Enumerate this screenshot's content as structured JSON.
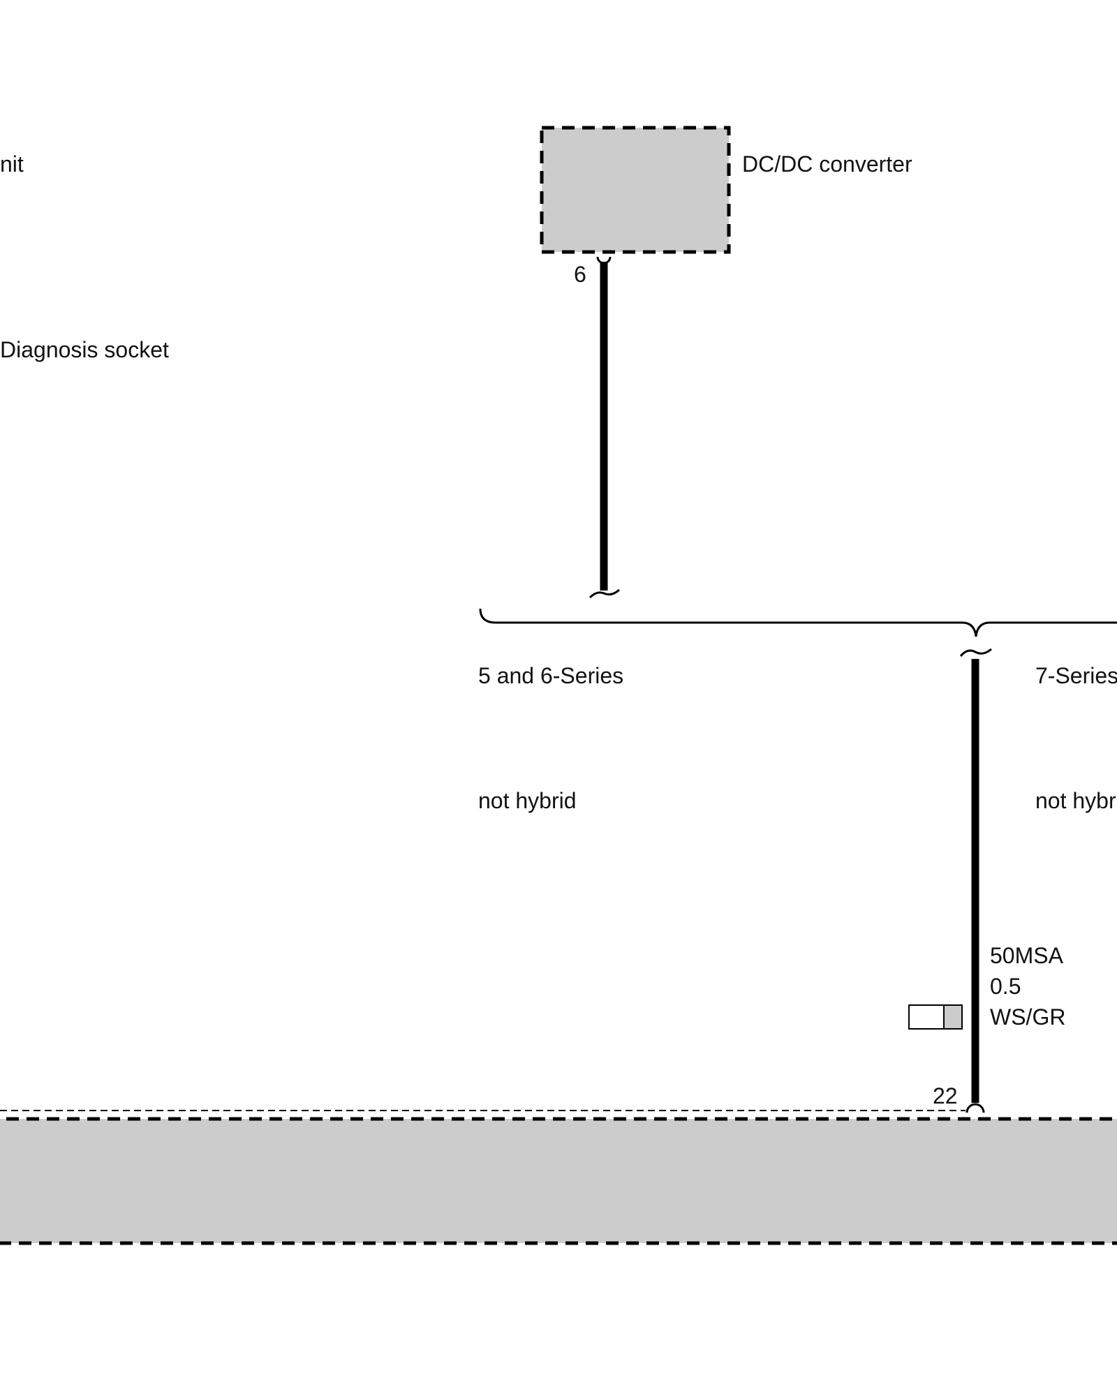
{
  "labels": {
    "control_unit_partial": "nit",
    "diagnosis_socket": "Diagnosis socket",
    "dcdc_converter": "DC/DC converter",
    "pin_dcdc": "6",
    "branch_5_6_series": "5 and 6-Series",
    "branch_5_6_condition": "not hybrid",
    "branch_7_series": "7-Series",
    "branch_7_condition": "not hybrid",
    "wire_signal": "50MSA",
    "wire_cross_section": "0.5",
    "wire_color": "WS/GR",
    "pin_module": "22"
  },
  "colors": {
    "component_fill": "#cccccc",
    "line": "#000000",
    "text": "#111111"
  }
}
